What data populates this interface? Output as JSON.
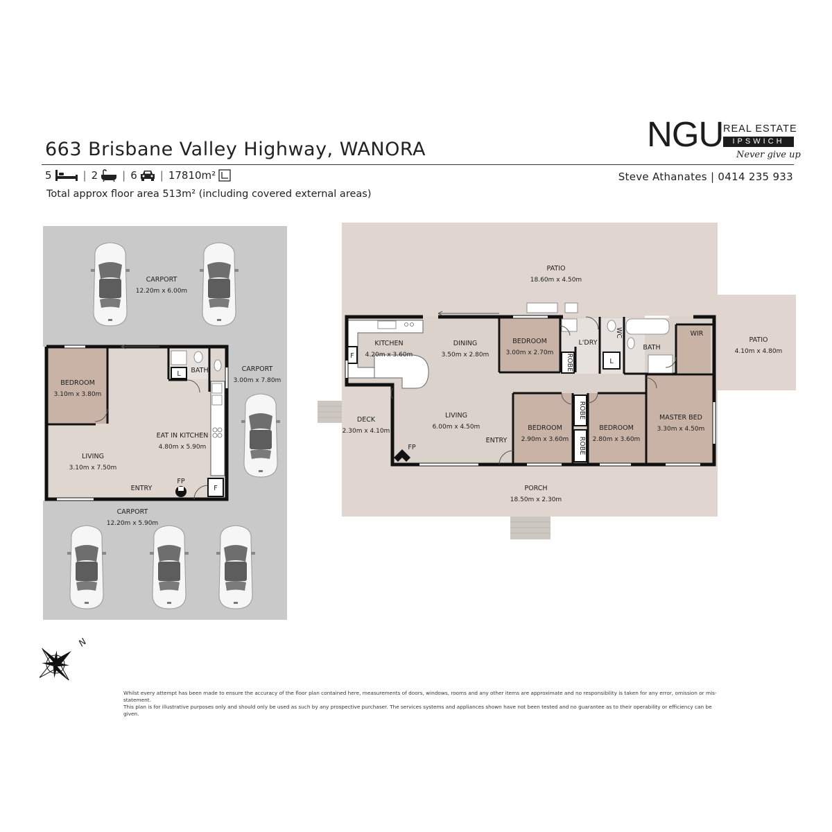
{
  "header": {
    "address": "663 Brisbane Valley Highway, WANORA",
    "stats": {
      "beds": "5",
      "baths": "2",
      "cars": "6",
      "land": "17810m²"
    },
    "floor_area": "Total approx floor area 513m² (including covered external areas)",
    "agent": "Steve Athanates | 0414 235 933"
  },
  "logo": {
    "ngu": "NGU",
    "real_estate": "REAL ESTATE",
    "ipswich": "IPSWICH",
    "tagline": "Never give up"
  },
  "plan_left": {
    "carport_top": {
      "name": "CARPORT",
      "size": "12.20m x 6.00m"
    },
    "carport_right": {
      "name": "CARPORT",
      "size": "3.00m x 7.80m"
    },
    "carport_bottom": {
      "name": "CARPORT",
      "size": "12.20m x 5.90m"
    },
    "bedroom": {
      "name": "BEDROOM",
      "size": "3.10m x 3.80m"
    },
    "living": {
      "name": "LIVING",
      "size": "3.10m x 7.50m"
    },
    "kitchen": {
      "name": "EAT IN KITCHEN",
      "size": "4.80m x 5.90m"
    },
    "bath": "BATH",
    "laundry": "L",
    "fridge": "F",
    "fireplace": "FP",
    "entry": "ENTRY"
  },
  "plan_right": {
    "patio_top": {
      "name": "PATIO",
      "size": "18.60m x 4.50m"
    },
    "patio_side": {
      "name": "PATIO",
      "size": "4.10m x 4.80m"
    },
    "kitchen": {
      "name": "KITCHEN",
      "size": "4.20m x 3.60m"
    },
    "dining": {
      "name": "DINING",
      "size": "3.50m x 2.80m"
    },
    "bedroom1": {
      "name": "BEDROOM",
      "size": "3.00m x 2.70m"
    },
    "laundry": "L'DRY",
    "wc": "WC",
    "bath": "BATH",
    "wir": "WIR",
    "robe": "ROBE",
    "laundry_tub": "L",
    "fridge": "F",
    "deck": {
      "name": "DECK",
      "size": "2.30m x 4.10m"
    },
    "living": {
      "name": "LIVING",
      "size": "6.00m x 4.50m"
    },
    "entry": "ENTRY",
    "fireplace": "FP",
    "bedroom2": {
      "name": "BEDROOM",
      "size": "2.90m x 3.60m"
    },
    "bedroom3": {
      "name": "BEDROOM",
      "size": "2.80m x 3.60m"
    },
    "master": {
      "name": "MASTER BED",
      "size": "3.30m x 4.50m"
    },
    "porch": {
      "name": "PORCH",
      "size": "18.50m x 2.30m"
    }
  },
  "compass": {
    "north": "N"
  },
  "disclaimer": {
    "line1": "Whilst every attempt has been made to ensure the accuracy of the floor plan contained here, measurements of doors, windows, rooms and any other items are approximate and no responsibility is taken for any error, omission or mis-statement.",
    "line2": "This plan is for illustrative purposes only and should only be used as such by any prospective purchaser. The services systems and appliances shown have not been tested and no guarantee as to their operability or efficiency can be given."
  },
  "colors": {
    "concrete": "#c9c9c9",
    "floor": "#dfd6cf",
    "carpet": "#c9b3a6",
    "outdoor": "#e0d6cf",
    "wall": "#111111"
  }
}
